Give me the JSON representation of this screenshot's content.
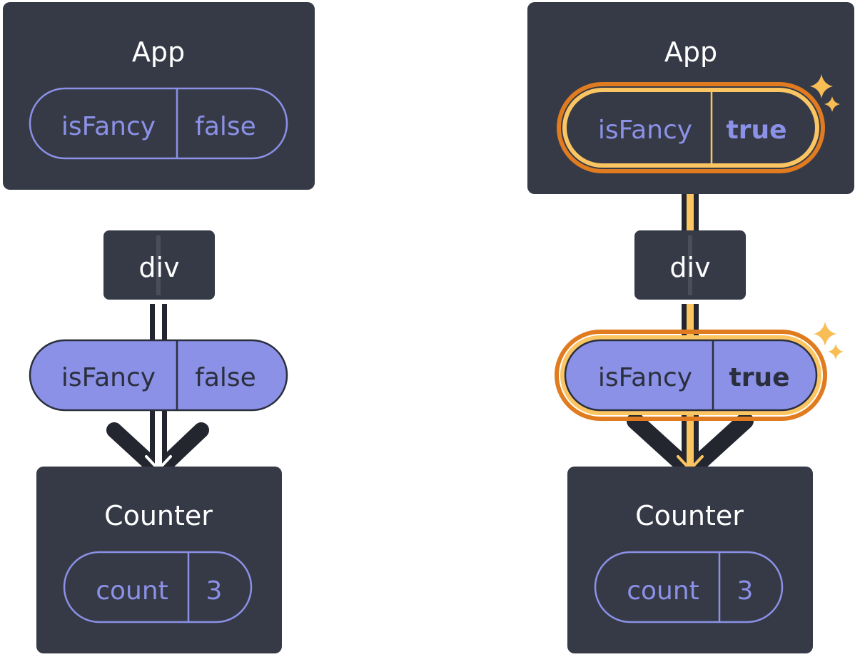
{
  "colors": {
    "node_bg": "#363a47",
    "pill_purple": "#8b91e6",
    "highlight_orange": "#e07b1f",
    "highlight_yellow": "#fbc562",
    "sparkle": "#f8bd55"
  },
  "left_tree": {
    "app": {
      "label": "App",
      "state_key": "isFancy",
      "state_value": "false"
    },
    "div": {
      "label": "div"
    },
    "prop": {
      "key": "isFancy",
      "value": "false"
    },
    "counter": {
      "label": "Counter",
      "state_key": "count",
      "state_value": "3"
    }
  },
  "right_tree": {
    "app": {
      "label": "App",
      "state_key": "isFancy",
      "state_value": "true"
    },
    "div": {
      "label": "div"
    },
    "prop": {
      "key": "isFancy",
      "value": "true"
    },
    "counter": {
      "label": "Counter",
      "state_key": "count",
      "state_value": "3"
    },
    "sparkle_icons": [
      "sparkle-icon",
      "sparkle-icon"
    ]
  }
}
